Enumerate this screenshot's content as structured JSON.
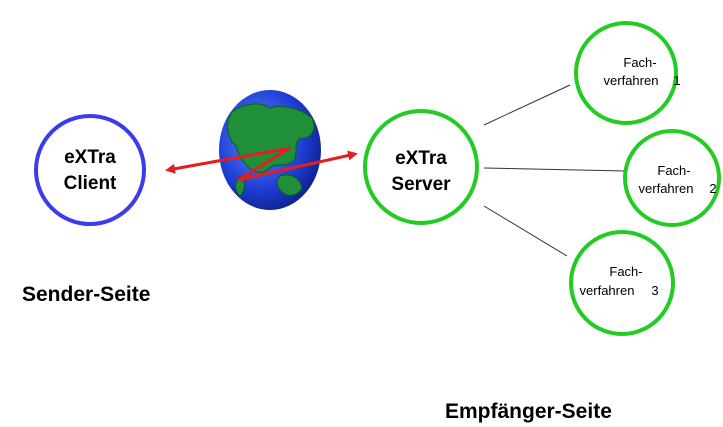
{
  "client": {
    "line1": "eXTra",
    "line2": "Client"
  },
  "server": {
    "line1": "eXTra",
    "line2": "Server"
  },
  "fach": [
    {
      "line1": "Fach-",
      "line2": "verfahren",
      "num": "1"
    },
    {
      "line1": "Fach-",
      "line2": "verfahren",
      "num": "2"
    },
    {
      "line1": "Fach-",
      "line2": "verfahren",
      "num": "3"
    }
  ],
  "labels": {
    "sender": "Sender-Seite",
    "receiver": "Empfänger-Seite"
  },
  "colors": {
    "client_ring": "#3b3bef",
    "server_ring": "#22cc22",
    "arrow": "#e41e1e",
    "ocean": "#2040d8",
    "land": "#1f8f3a",
    "connector": "#333333"
  },
  "icons": {
    "globe": "globe-icon"
  }
}
